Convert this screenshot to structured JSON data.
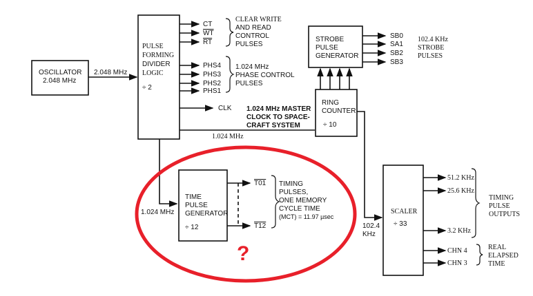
{
  "blocks": {
    "oscillator": {
      "lines": [
        "OSCILLATOR",
        "2.048 MHz"
      ]
    },
    "pulse_forming": {
      "lines": [
        "PULSE",
        "FORMING",
        "DIVIDER",
        "LOGIC",
        "÷ 2"
      ]
    },
    "strobe": {
      "lines": [
        "STROBE",
        "PULSE",
        "GENERATOR"
      ]
    },
    "ring_counter": {
      "lines": [
        "RING",
        "COUNTER",
        "÷ 10"
      ]
    },
    "time_pulse": {
      "lines": [
        "TIME",
        "PULSE",
        "GENERATOR",
        "÷ 12"
      ]
    },
    "scaler": {
      "lines": [
        "SCALER",
        "÷ 33"
      ]
    }
  },
  "signals": {
    "osc_out": "2.048 MHz",
    "control": [
      "CT",
      "WT",
      "RT"
    ],
    "control_desc": [
      "CLEAR WRITE",
      "AND READ",
      "CONTROL",
      "PULSES"
    ],
    "phase": [
      "PHS4",
      "PHS3",
      "PHS2",
      "PHS1"
    ],
    "phase_desc": [
      "1.024 MHz",
      "PHASE CONTROL",
      "PULSES"
    ],
    "clk": "CLK",
    "master_clock": [
      "1.024 MHz MASTER",
      "CLOCK TO SPACE-",
      "CRAFT SYSTEM"
    ],
    "ring_in": "1.024 MHz",
    "strobe_out": [
      "SB0",
      "SA1",
      "SB2",
      "SB3"
    ],
    "strobe_desc": [
      "102.4 KHz",
      "STROBE",
      "PULSES"
    ],
    "tpg_in": "1.024 MHz",
    "tpg_out": [
      "T01",
      "T12"
    ],
    "tpg_desc": [
      "TIMING",
      "PULSES,",
      "ONE MEMORY",
      "CYCLE TIME",
      "(MCT) = 11.97 µsec"
    ],
    "scaler_in": [
      "102.4",
      "KHz"
    ],
    "scaler_out": [
      "51.2 KHz",
      "25.6 KHz",
      "3.2 KHz"
    ],
    "scaler_desc": [
      "TIMING",
      "PULSE",
      "OUTPUTS"
    ],
    "chn": [
      "CHN 4",
      "CHN 3"
    ],
    "chn_desc": [
      "REAL",
      "ELAPSED",
      "TIME"
    ]
  },
  "annotation": {
    "mark": "?",
    "color": "#e8202a"
  }
}
